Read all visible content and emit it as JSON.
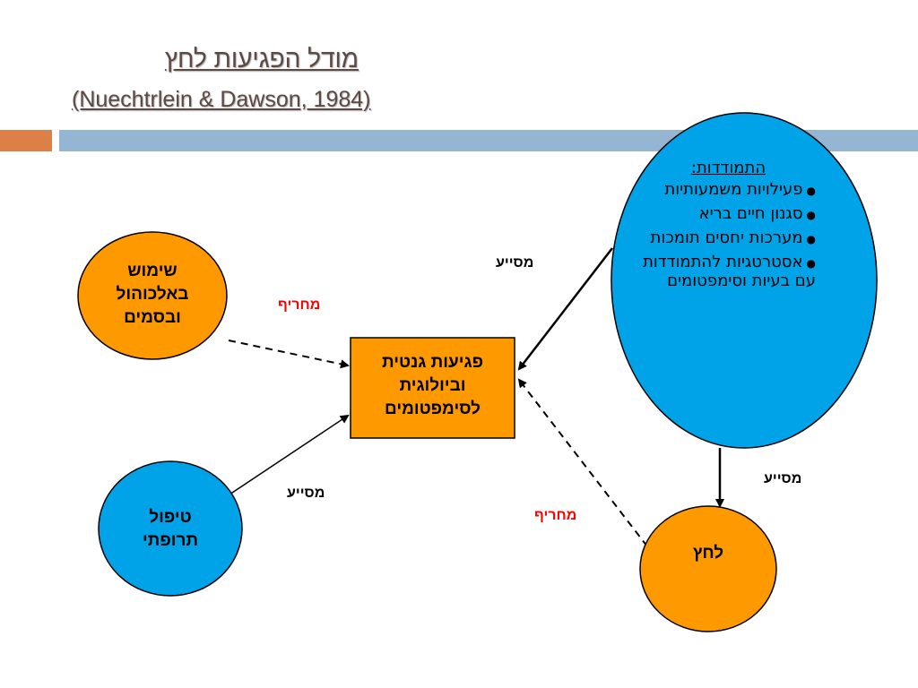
{
  "slide": {
    "title": "מודל הפגיעות לחץ",
    "subtitle": "(Nuechtrlein & Dawson, 1984)"
  },
  "colors": {
    "orange_node": "#ff9900",
    "blue_node": "#00a2e8",
    "aggravating_label": "#ff0000",
    "accent_bar_orange": "#dd8047",
    "accent_bar_blue": "#94b6d2"
  },
  "nodes": {
    "alcohol": "שימוש באלכוהול ובסמים",
    "vulnerability": "פגיעות גנטית וביולוגית לסימפטומים",
    "medication": "טיפול תרופתי",
    "stress": "לחץ",
    "coping": {
      "title": "התמודדות:",
      "items": [
        "פעילויות משמעותיות",
        "סגנון חיים בריא",
        "מערכות יחסים תומכות",
        "אסטרטגיות להתמודדות עם בעיות וסימפטומים"
      ]
    }
  },
  "edge_labels": {
    "alcohol_to_vulnerability": "מחריף",
    "medication_to_vulnerability": "מסייע",
    "coping_to_vulnerability": "מסייע",
    "coping_to_stress": "מסייע",
    "stress_to_vulnerability": "מחריף"
  }
}
